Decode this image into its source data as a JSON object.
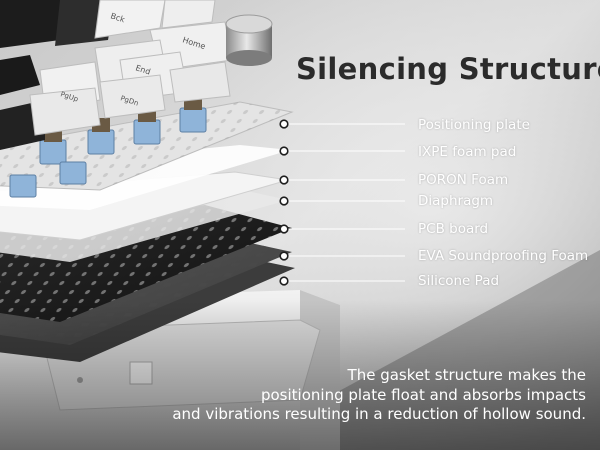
{
  "title": "Silencing Structure",
  "layers": [
    {
      "label": "Positioning plate"
    },
    {
      "label": "IXPE foam pad"
    },
    {
      "label": "PORON Foam"
    },
    {
      "label": "Diaphragm"
    },
    {
      "label": "PCB board"
    },
    {
      "label": "EVA Soundproofing Foam"
    },
    {
      "label": "Silicone Pad"
    }
  ],
  "description": [
    "The gasket structure makes the",
    "positioning plate float and absorbs impacts",
    "and vibrations resulting in a reduction of hollow sound."
  ],
  "keycaps": {
    "back": "Bck",
    "home": "Home",
    "end": "End",
    "pgup": "PgUp",
    "pgdn": "PgDn"
  },
  "colors": {
    "background": "#d6d6d6",
    "title": "#2b2b2b",
    "label_text": "#ffffff",
    "leader_line": "#ffffff"
  }
}
